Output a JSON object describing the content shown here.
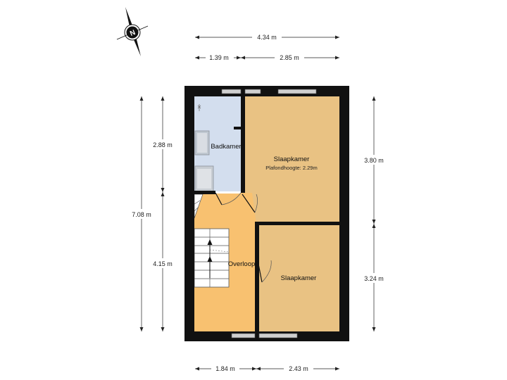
{
  "compass": {
    "label": "N",
    "icon": "north-arrow-icon"
  },
  "colors": {
    "wall": "#111111",
    "bathroom": "#d3deee",
    "bedroom": "#e9c283",
    "landing": "#f8c170",
    "stairs": "#ffffff",
    "window": "#cfcfcf"
  },
  "dimensions": {
    "top_total": "4.34 m",
    "top_left": "1.39 m",
    "top_right": "2.85 m",
    "bottom_left": "1.84 m",
    "bottom_right": "2.43 m",
    "left_total": "7.08 m",
    "left_upper": "2.88 m",
    "left_lower": "4.15 m",
    "right_upper": "3.80 m",
    "right_lower": "3.24 m"
  },
  "rooms": {
    "bathroom": {
      "name": "Badkamer"
    },
    "bedroom_top": {
      "name": "Slaapkamer",
      "ceiling": "Plafondhoogte: 2.29m"
    },
    "landing": {
      "name": "Overloop"
    },
    "bedroom_bottom": {
      "name": "Slaapkamer"
    }
  }
}
